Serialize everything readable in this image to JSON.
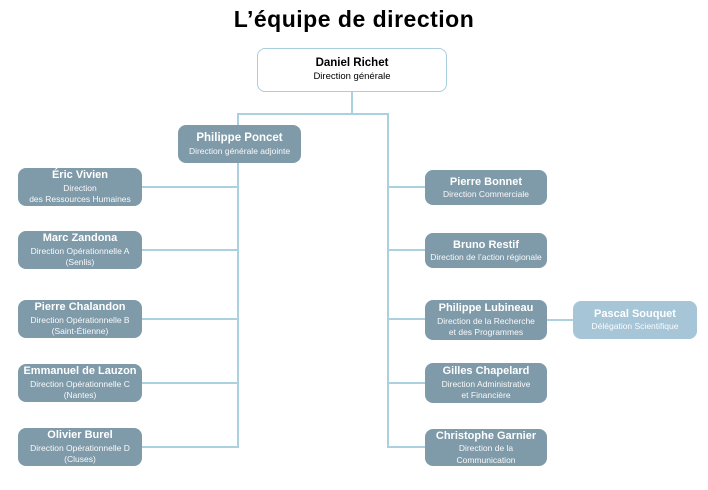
{
  "title": "L’équipe de direction",
  "colors": {
    "node_fill": "#7F9AA9",
    "node_light_fill": "#A6C5D7",
    "connector": "#ABD0DF",
    "root_fill": "#FFFFFF",
    "root_border": "#A9CEDE",
    "root_text": "#000000",
    "node_text": "#FFFFFF",
    "background": "#FFFFFF",
    "title_text": "#000000"
  },
  "org": {
    "root": {
      "name": "Daniel Richet",
      "role": "Direction générale"
    },
    "deputy": {
      "name": "Philippe Poncet",
      "role": "Direction générale adjointe"
    },
    "left": [
      {
        "name": "Éric Vivien",
        "role": "Direction\ndes Ressources Humaines"
      },
      {
        "name": "Marc Zandona",
        "role": "Direction Opérationnelle A\n(Senlis)"
      },
      {
        "name": "Pierre Chalandon",
        "role": "Direction Opérationnelle B\n(Saint-Étienne)"
      },
      {
        "name": "Emmanuel de Lauzon",
        "role": "Direction Opérationnelle C\n(Nantes)"
      },
      {
        "name": "Olivier Burel",
        "role": "Direction Opérationnelle D\n(Cluses)"
      }
    ],
    "right": [
      {
        "name": "Pierre Bonnet",
        "role": "Direction Commerciale"
      },
      {
        "name": "Bruno Restif",
        "role": "Direction de l’action régionale"
      },
      {
        "name": "Philippe Lubineau",
        "role": "Direction de la Recherche\net des Programmes"
      },
      {
        "name": "Gilles Chapelard",
        "role": "Direction Administrative\net Financière"
      },
      {
        "name": "Christophe Garnier",
        "role": "Direction de la Communication"
      }
    ],
    "annex": {
      "name": "Pascal Souquet",
      "role": "Délégation Scientifique"
    }
  }
}
